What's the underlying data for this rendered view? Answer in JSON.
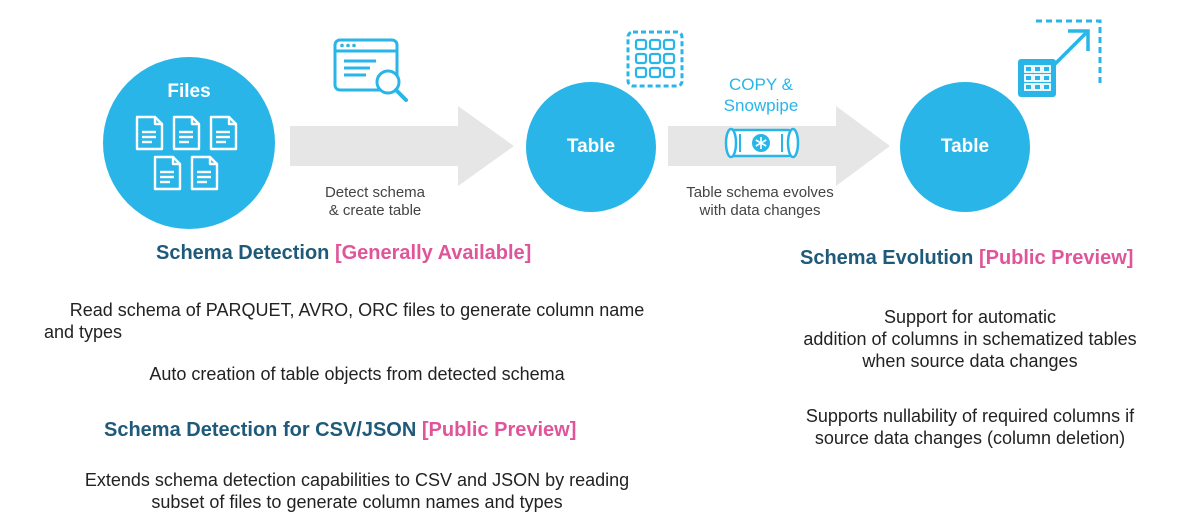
{
  "colors": {
    "accent": "#29b5e8",
    "heading": "#1f5a7a",
    "status": "#e0559a",
    "arrow": "#e6e6e6"
  },
  "icons": {
    "files": "document-icons",
    "detect": "browser-search-icon",
    "table": "dashed-grid-icon",
    "pipe": "snowpipe-icon",
    "evolve": "expand-grid-icon"
  },
  "nodes": {
    "files": "Files",
    "table1": "Table",
    "table2": "Table"
  },
  "flow": {
    "detect_caption": [
      "Detect schema",
      "& create table"
    ],
    "copy_label": [
      "COPY &",
      "Snowpipe"
    ],
    "evolve_caption": [
      "Table schema evolves",
      "with data changes"
    ]
  },
  "detection": {
    "title": "Schema Detection ",
    "status": "[Generally Available]",
    "desc1": [
      "Read schema of PARQUET, AVRO, ORC files to generate column name",
      "and types"
    ],
    "desc2": "Auto creation of table objects from detected schema"
  },
  "csv_detection": {
    "title": "Schema Detection for CSV/JSON ",
    "status": "[Public Preview]",
    "desc": [
      "Extends schema detection capabilities to CSV and JSON by reading",
      "subset of files to generate column names and types"
    ]
  },
  "evolution": {
    "title": "Schema Evolution ",
    "status": "[Public Preview]",
    "desc1": [
      "Support for automatic",
      "addition of columns in schematized tables",
      "when source data changes"
    ],
    "desc2": [
      "Supports nullability of required columns if",
      "source data changes (column deletion)"
    ]
  }
}
